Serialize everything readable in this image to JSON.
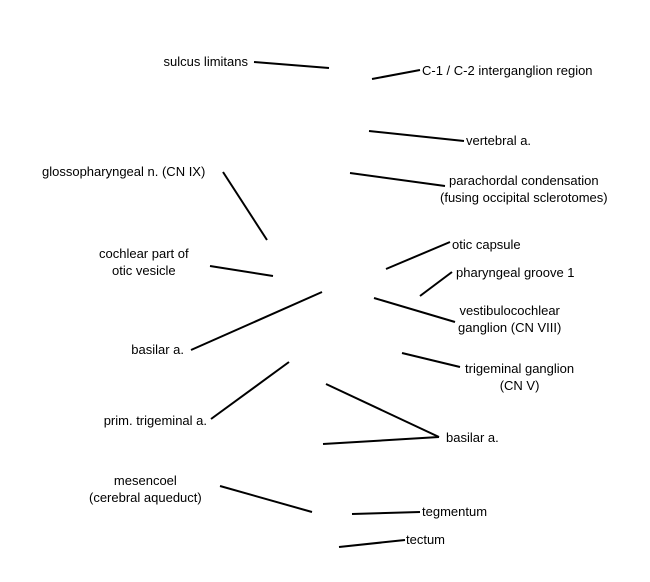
{
  "labels": {
    "sulcus_limitans": "sulcus limitans",
    "intergang_region": "C-1 / C-2 interganglion region",
    "vertebral_a": "vertebral a.",
    "glossopharyngeal": "glossopharyngeal n. (CN IX)",
    "parachordal_1": "parachordal condensation",
    "parachordal_2": "(fusing occipital sclerotomes)",
    "cochlear_1": "cochlear part of",
    "cochlear_2": "otic vesicle",
    "otic_capsule": "otic capsule",
    "pharyngeal_groove": "pharyngeal groove 1",
    "vestibulo_1": "vestibulocochlear",
    "vestibulo_2": "ganglion (CN VIII)",
    "basilar_left": "basilar a.",
    "trigeminal_1": "trigeminal ganglion",
    "trigeminal_2": "(CN V)",
    "prim_trigeminal": "prim. trigeminal a.",
    "basilar_right": "basilar a.",
    "mesencoel_1": "mesencoel",
    "mesencoel_2": "(cerebral aqueduct)",
    "tegmentum": "tegmentum",
    "tectum": "tectum"
  },
  "colors": {
    "ink": "#000000",
    "background": "#ffffff"
  }
}
